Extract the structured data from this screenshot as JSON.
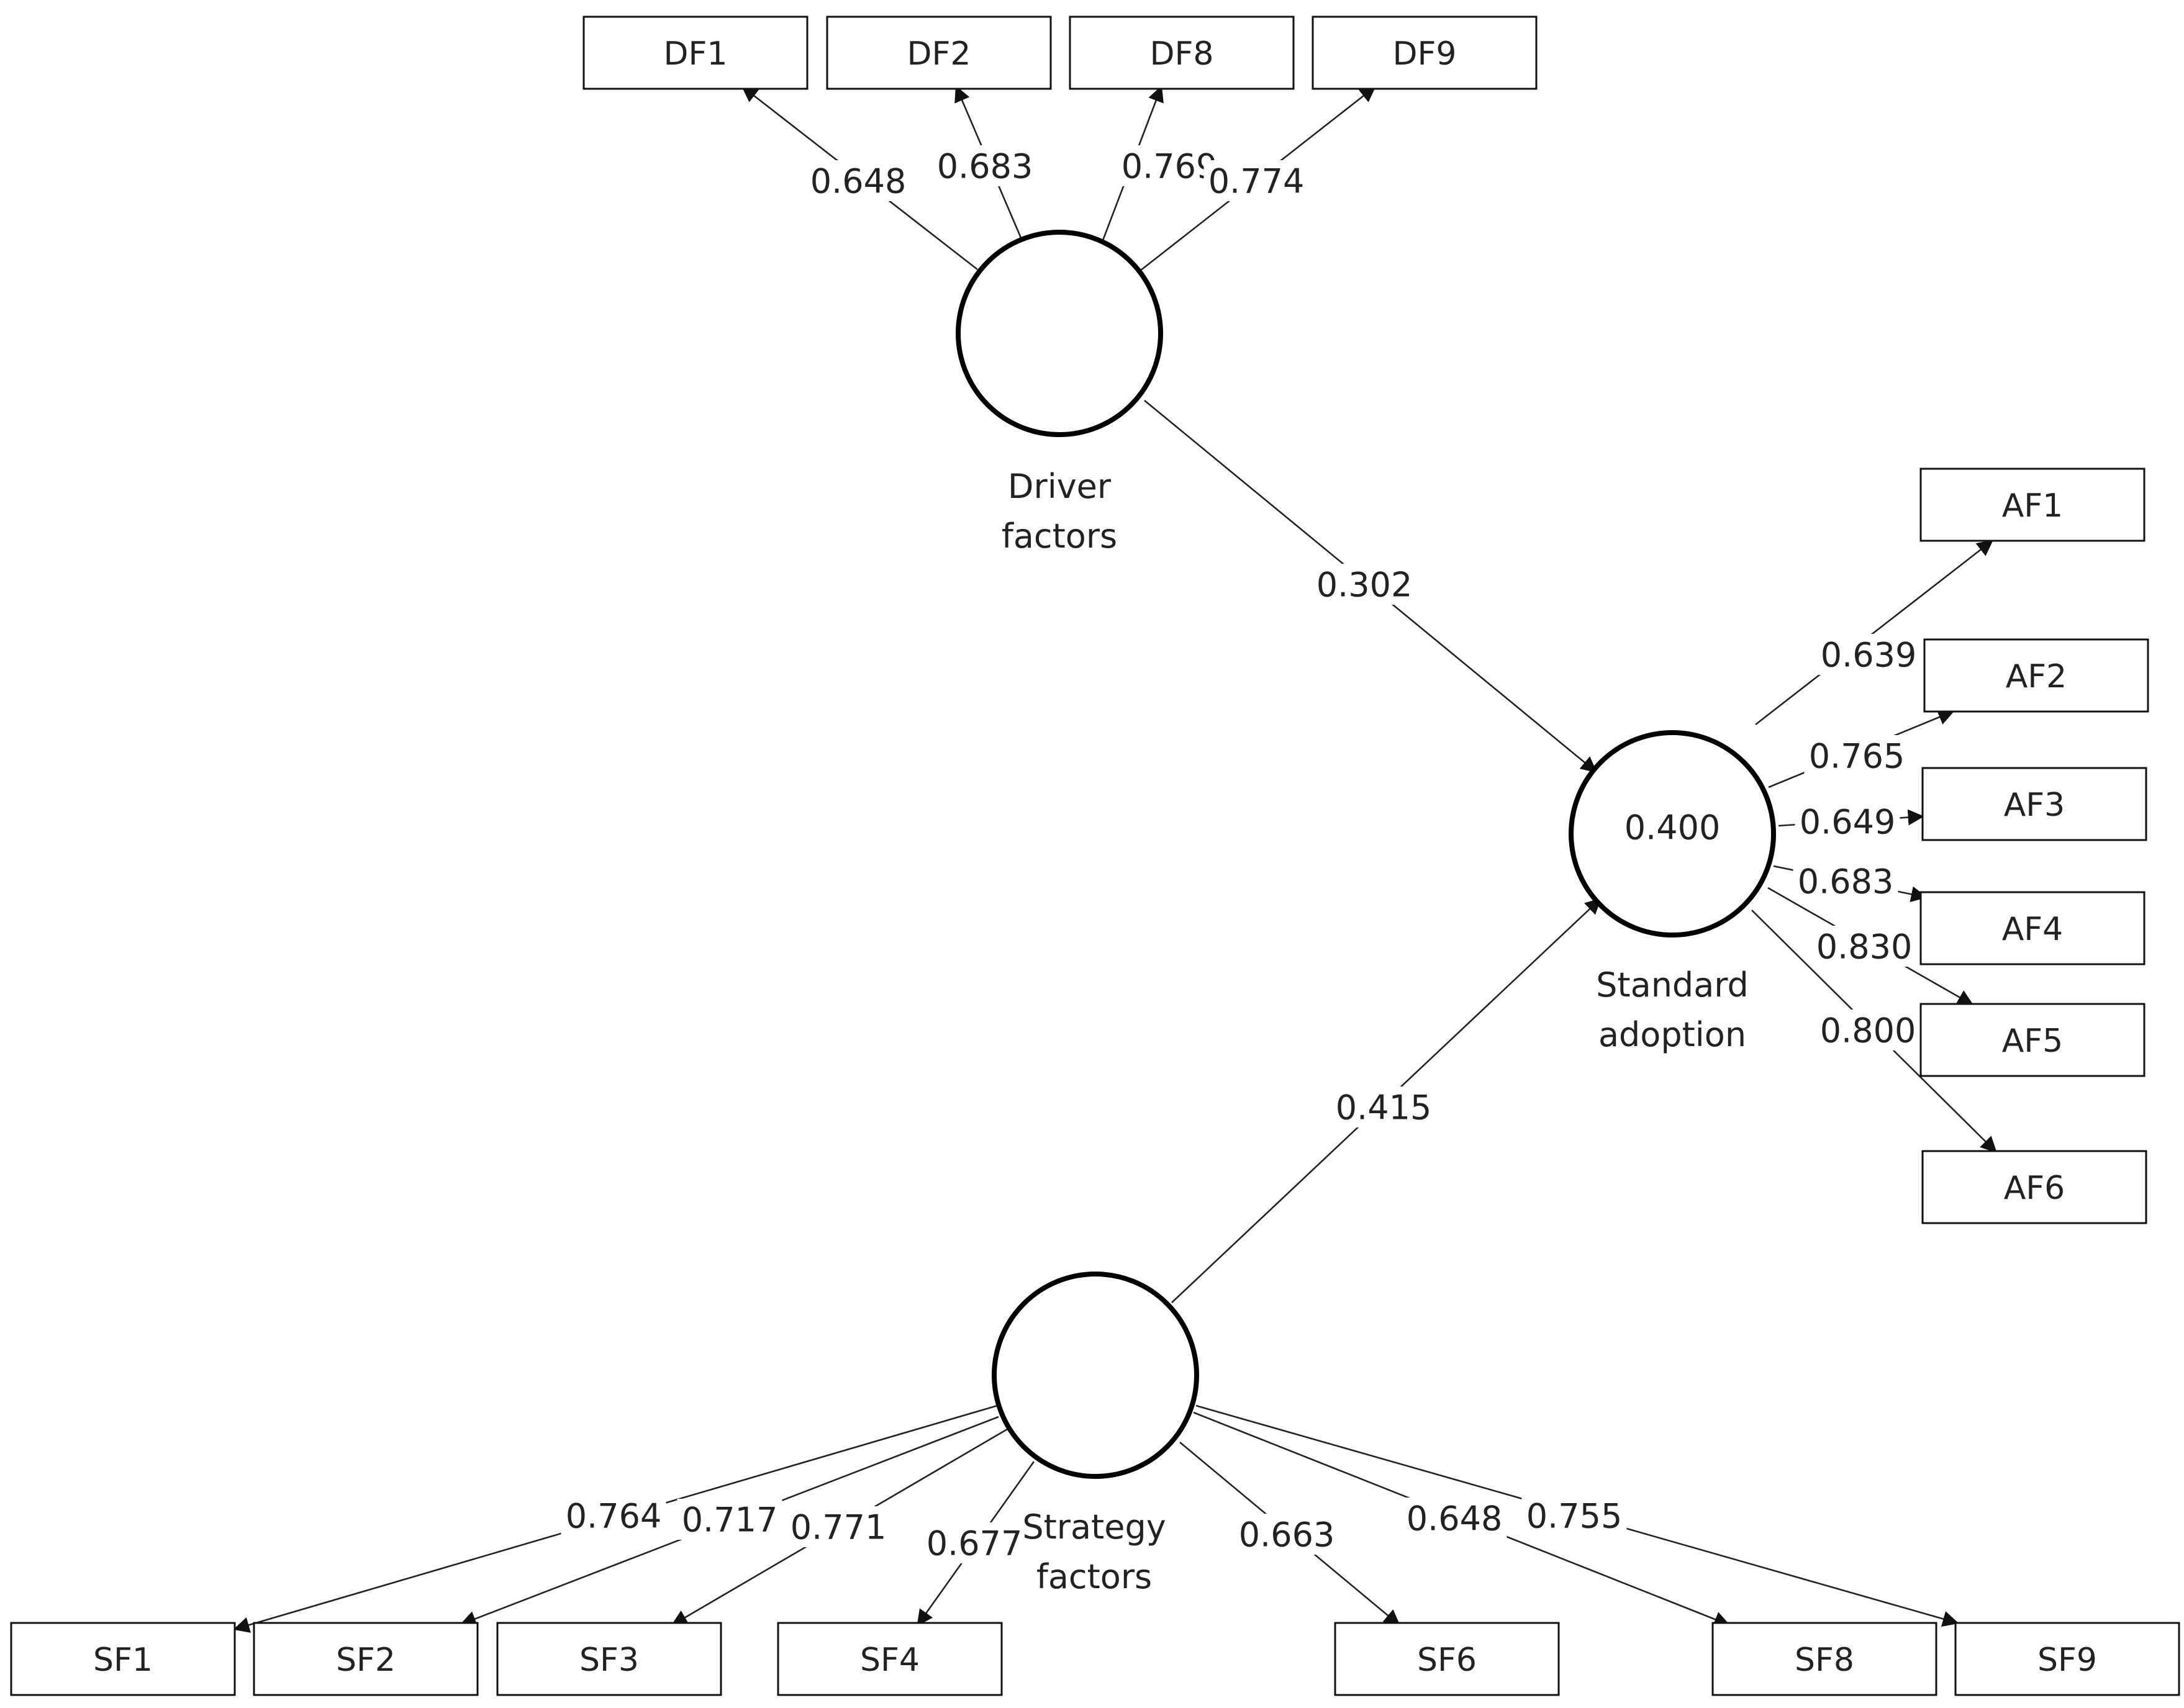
{
  "latent_variables": {
    "driver": {
      "name_lines": [
        "Driver",
        "factors"
      ],
      "value": ""
    },
    "adoption": {
      "name_lines": [
        "Standard",
        "adoption"
      ],
      "value": "0.400"
    },
    "strategy": {
      "name_lines": [
        "Strategy",
        "factors"
      ],
      "value": ""
    }
  },
  "indicators": {
    "DF1": "DF1",
    "DF2": "DF2",
    "DF8": "DF8",
    "DF9": "DF9",
    "AF1": "AF1",
    "AF2": "AF2",
    "AF3": "AF3",
    "AF4": "AF4",
    "AF5": "AF5",
    "AF6": "AF6",
    "SF1": "SF1",
    "SF2": "SF2",
    "SF3": "SF3",
    "SF4": "SF4",
    "SF6": "SF6",
    "SF8": "SF8",
    "SF9": "SF9"
  },
  "loadings": {
    "DF1": "0.648",
    "DF2": "0.683",
    "DF8": "0.769",
    "DF9": "0.774",
    "AF1": "0.639",
    "AF2": "0.765",
    "AF3": "0.649",
    "AF4": "0.683",
    "AF5": "0.830",
    "AF6": "0.800",
    "SF1": "0.764",
    "SF2": "0.717",
    "SF3": "0.771",
    "SF4": "0.677",
    "SF6": "0.663",
    "SF8": "0.648",
    "SF9": "0.755"
  },
  "paths": {
    "driver_to_adoption": "0.302",
    "strategy_to_adoption": "0.415"
  }
}
